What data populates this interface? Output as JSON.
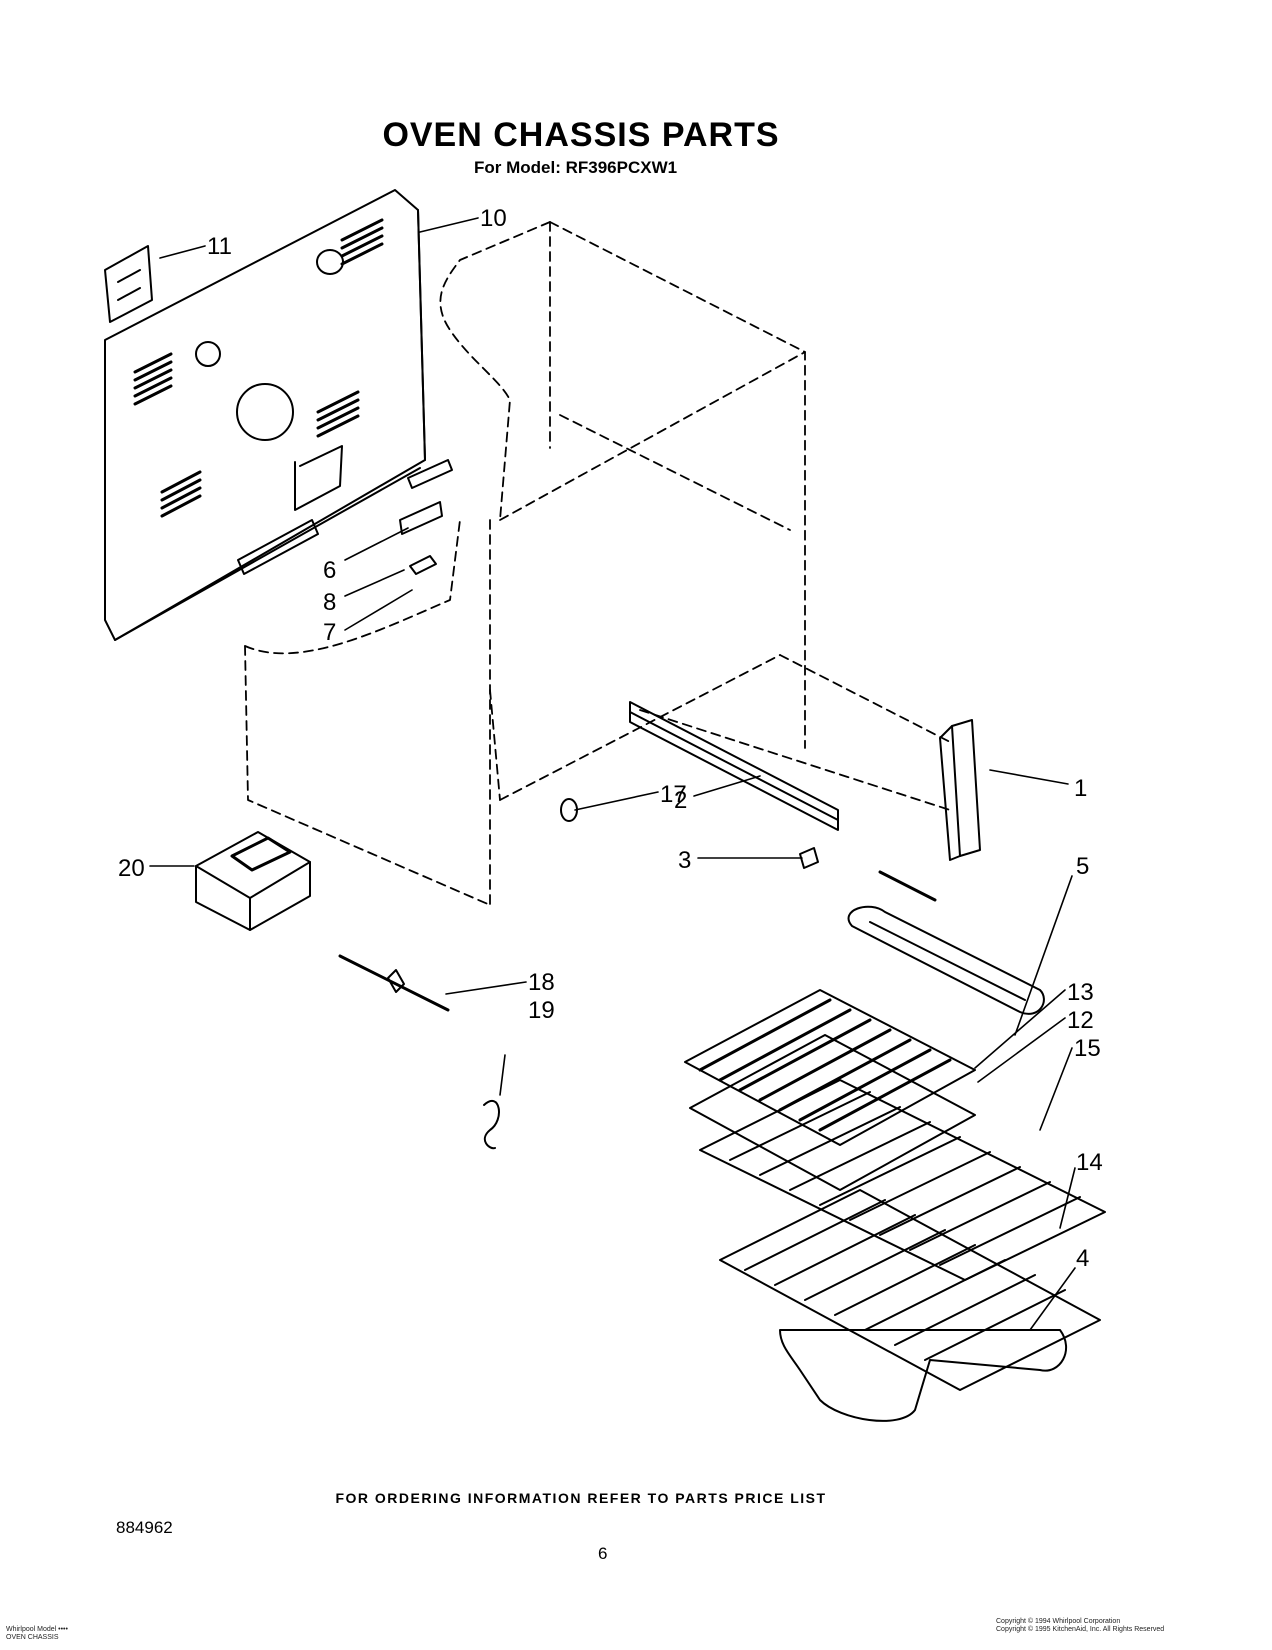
{
  "header": {
    "title": "OVEN CHASSIS PARTS",
    "subtitle": "For Model: RF396PCXW1"
  },
  "callouts": [
    {
      "id": "c1",
      "label": "1"
    },
    {
      "id": "c2",
      "label": "2"
    },
    {
      "id": "c3",
      "label": "3"
    },
    {
      "id": "c4",
      "label": "4"
    },
    {
      "id": "c5",
      "label": "5"
    },
    {
      "id": "c6",
      "label": "6"
    },
    {
      "id": "c7",
      "label": "7"
    },
    {
      "id": "c8",
      "label": "8"
    },
    {
      "id": "c10",
      "label": "10"
    },
    {
      "id": "c11",
      "label": "11"
    },
    {
      "id": "c12",
      "label": "12"
    },
    {
      "id": "c13",
      "label": "13"
    },
    {
      "id": "c14",
      "label": "14"
    },
    {
      "id": "c15",
      "label": "15"
    },
    {
      "id": "c17",
      "label": "17"
    },
    {
      "id": "c18",
      "label": "18"
    },
    {
      "id": "c19",
      "label": "19"
    },
    {
      "id": "c20",
      "label": "20"
    }
  ],
  "footer": {
    "ordering_note": "FOR ORDERING INFORMATION REFER TO PARTS PRICE LIST",
    "document_number": "884962",
    "page_number": "6",
    "small_left_line1": "Whirlpool Model ••••",
    "small_left_line2": "OVEN CHASSIS",
    "small_right_line1": "Copyright © 1994 Whirlpool Corporation",
    "small_right_line2": "Copyright © 1995 KitchenAid, Inc. All Rights Reserved"
  }
}
